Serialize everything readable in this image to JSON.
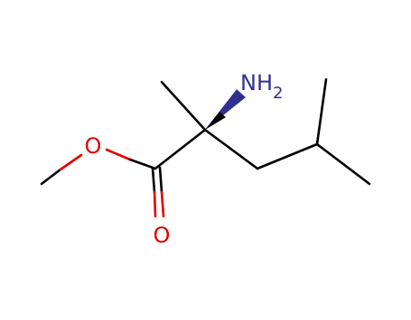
{
  "molecule": {
    "atom_labels": {
      "ester_oxygen": "O",
      "carbonyl_oxygen": "O",
      "amine_nitrogen": "NH",
      "amine_subscript": "2"
    },
    "colors": {
      "bond": "#000000",
      "oxygen": "#e00000",
      "nitrogen": "#303090",
      "background": "#ffffff"
    }
  }
}
